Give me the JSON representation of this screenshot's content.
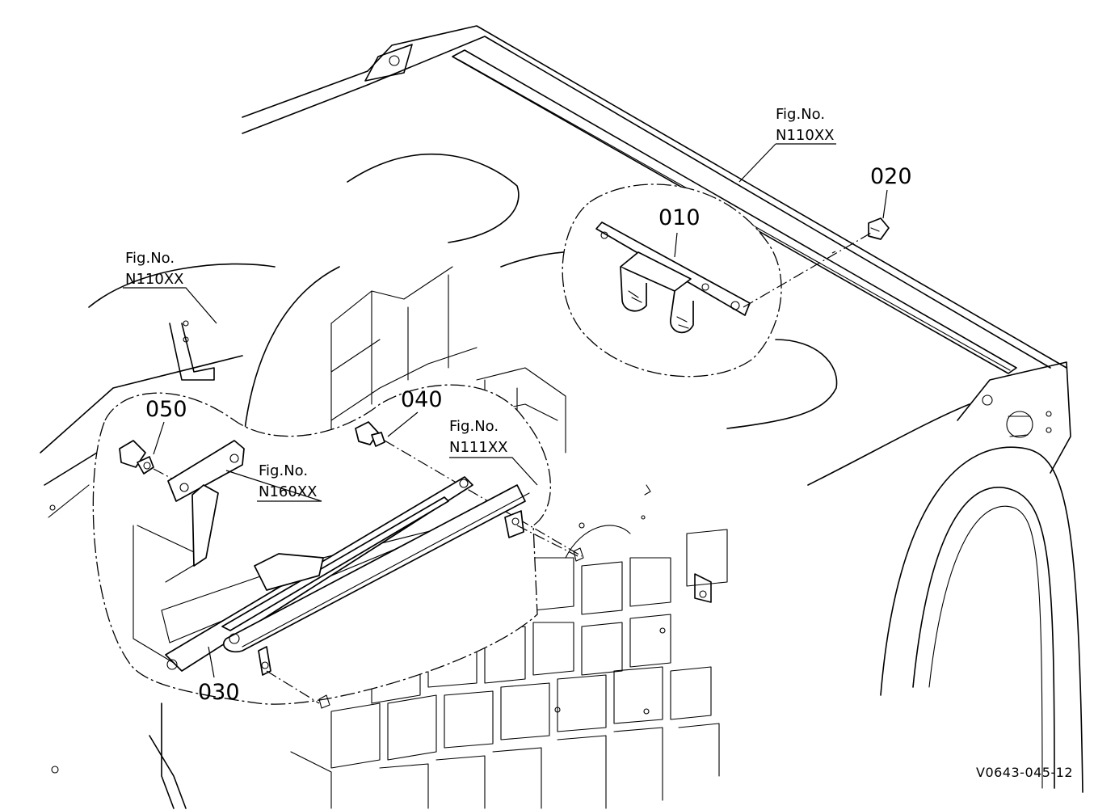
{
  "drawing_id": "V0643-045-12",
  "parts": [
    {
      "number": "010"
    },
    {
      "number": "020"
    },
    {
      "number": "030"
    },
    {
      "number": "040"
    },
    {
      "number": "050"
    }
  ],
  "figure_refs": [
    {
      "title": "Fig.No.",
      "number": "N110XX"
    },
    {
      "title": "Fig.No.",
      "number": "N110XX"
    },
    {
      "title": "Fig.No.",
      "number": "N111XX"
    },
    {
      "title": "Fig.No.",
      "number": "N160XX"
    }
  ]
}
